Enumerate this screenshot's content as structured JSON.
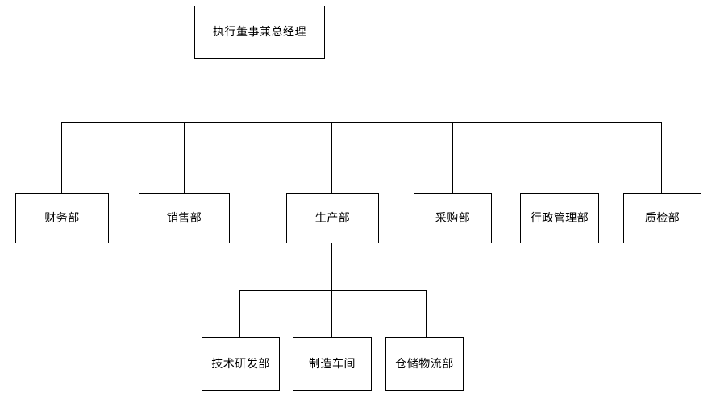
{
  "chart": {
    "title_node": {
      "label": "执行董事兼总经理"
    },
    "level2": [
      {
        "label": "财务部"
      },
      {
        "label": "销售部"
      },
      {
        "label": "生产部"
      },
      {
        "label": "采购部"
      },
      {
        "label": "行政管理部"
      },
      {
        "label": "质检部"
      }
    ],
    "level3": [
      {
        "label": "技术研发部"
      },
      {
        "label": "制造车间"
      },
      {
        "label": "仓储物流部"
      }
    ],
    "colors": {
      "background": "#ffffff",
      "line": "#000000",
      "text": "#000000"
    }
  }
}
